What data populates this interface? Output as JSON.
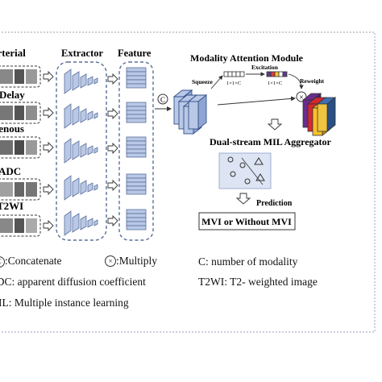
{
  "inputs": [
    {
      "label": "arterial"
    },
    {
      "label": "Delay"
    },
    {
      "label": "Venous"
    },
    {
      "label": "ADC"
    },
    {
      "label": "T2WI"
    }
  ],
  "headers": {
    "extractor": "Extractor",
    "feature": "Feature",
    "module": "Modality Attention Module"
  },
  "module": {
    "squeeze": "Squeeze",
    "excitation": "Excitation",
    "reweight": "Reweight",
    "vec_left": "1×1×C",
    "vec_right": "1×1×C",
    "concat_symbol": "C",
    "multiply_symbol": "×"
  },
  "aggregator": {
    "title": "Dual-stream MIL Aggregator",
    "prediction": "Prediction",
    "output": "MVI or Without MVI"
  },
  "legend": {
    "concat_symbol": "C",
    "concat_text": ":Concatenate",
    "multiply_symbol": "×",
    "multiply_text": ":Multiply",
    "c_def": "C: number of modality",
    "adc_def": "ADC: apparent diffusion coefficient",
    "t2wi_def": "T2WI: T2- weighted image",
    "mil_def": "MIL: Multiple instance learning"
  },
  "colors": {
    "frame": "#aab2bf",
    "dash": "#5a6f96",
    "block_fill": "#b8c8e6",
    "block_edge": "#5b6f9b",
    "output_stack": [
      "#6b2d8e",
      "#d6282f",
      "#f6c12c",
      "#3d6fb3",
      "#f0c340"
    ],
    "excite_bar": [
      "#5b3d8d",
      "#e23b3b",
      "#f2c633",
      "#ffffff"
    ]
  },
  "icons": [
    "arrow-icon",
    "concatenate-icon",
    "multiply-icon",
    "scatter-icon"
  ]
}
